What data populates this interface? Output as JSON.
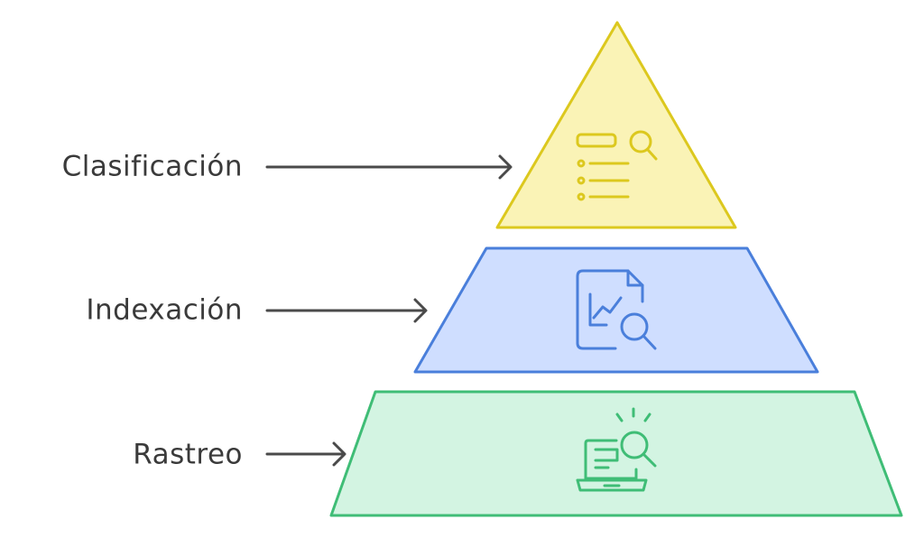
{
  "levels": [
    {
      "id": "ranking",
      "label": "Clasificación",
      "icon": "list-search-icon",
      "stroke_color": "#dcc81e",
      "fill_color": "#faf3b6"
    },
    {
      "id": "indexing",
      "label": "Indexación",
      "icon": "document-chart-search-icon",
      "stroke_color": "#4a7fdb",
      "fill_color": "#cfdeff"
    },
    {
      "id": "crawling",
      "label": "Rastreo",
      "icon": "laptop-search-icon",
      "stroke_color": "#3fbd76",
      "fill_color": "#d3f4e2"
    }
  ]
}
